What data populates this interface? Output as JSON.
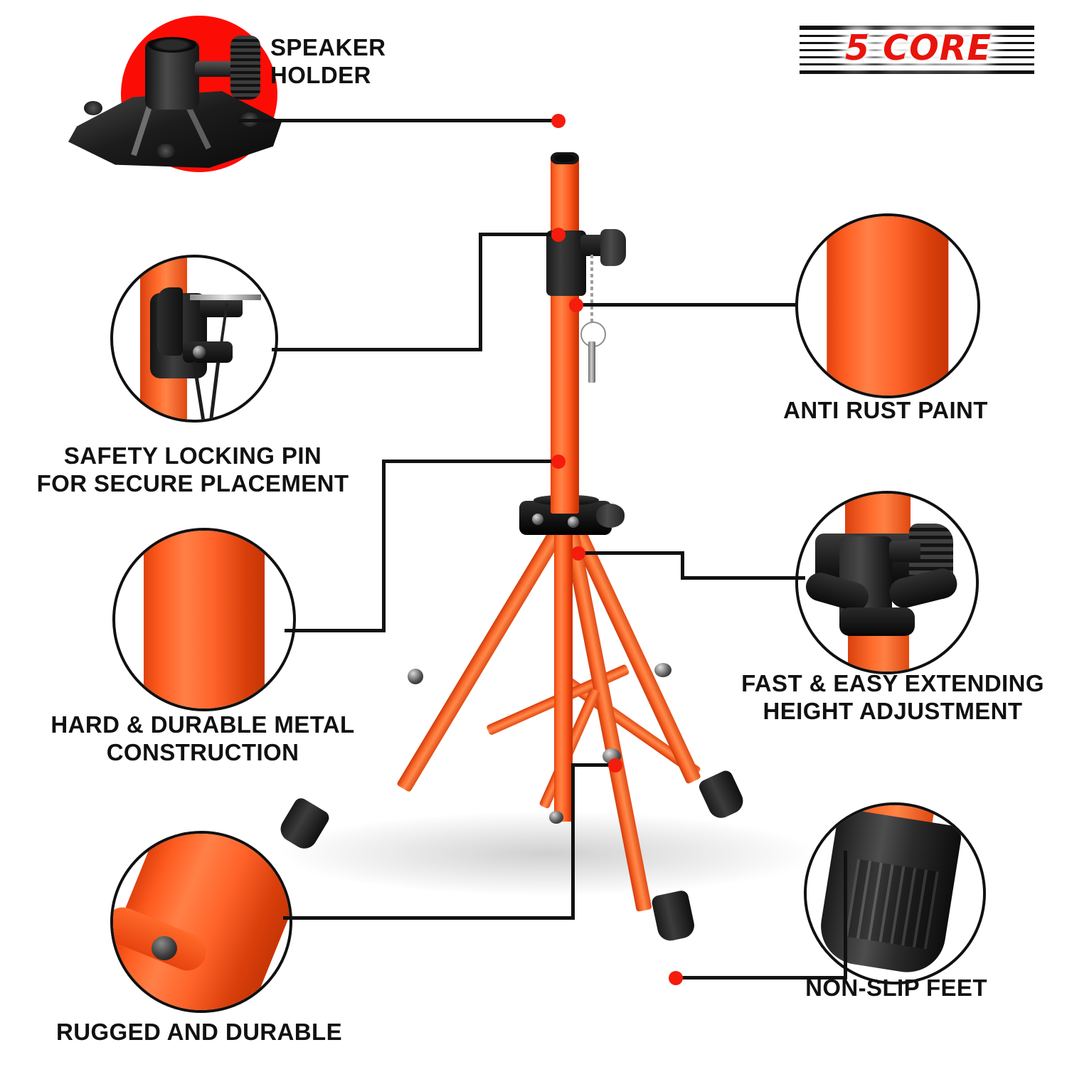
{
  "brand": {
    "logo_text": "5 CORE",
    "logo_color": "#e8140c"
  },
  "palette": {
    "orange": "#ff6126",
    "red_accent": "#fb0d06",
    "dot": "#f41c0c",
    "ink": "#111111",
    "white": "#ffffff"
  },
  "product": {
    "name": "speaker-tripod-stand",
    "pole_color": "#ff6126",
    "hardware_color": "#1a1a1a"
  },
  "callouts": [
    {
      "id": "speaker-holder",
      "label": "SPEAKER\nHOLDER",
      "art": "speaker-holder-plate",
      "badge_style": "red-disc",
      "label_align": "left"
    },
    {
      "id": "safety-locking-pin",
      "label": "SAFETY LOCKING PIN\nFOR SECURE PLACEMENT",
      "art": "locking-pin-closeup",
      "badge_style": "outline-circle",
      "label_align": "center"
    },
    {
      "id": "hard-durable-metal",
      "label": "HARD & DURABLE METAL\nCONSTRUCTION",
      "art": "tube-closeup",
      "badge_style": "outline-circle",
      "label_align": "center"
    },
    {
      "id": "rugged-and-durable",
      "label": "RUGGED AND DURABLE",
      "art": "leg-joint-closeup",
      "badge_style": "outline-circle",
      "label_align": "center"
    },
    {
      "id": "anti-rust-paint",
      "label": "ANTI RUST PAINT",
      "art": "tube-closeup",
      "badge_style": "outline-circle",
      "label_align": "center"
    },
    {
      "id": "fast-easy-extending",
      "label": "FAST & EASY EXTENDING\nHEIGHT ADJUSTMENT",
      "art": "hub-knob-closeup",
      "badge_style": "outline-circle",
      "label_align": "center"
    },
    {
      "id": "non-slip-feet",
      "label": "NON-SLIP FEET",
      "art": "rubber-foot-closeup",
      "badge_style": "outline-circle",
      "label_align": "center"
    }
  ]
}
